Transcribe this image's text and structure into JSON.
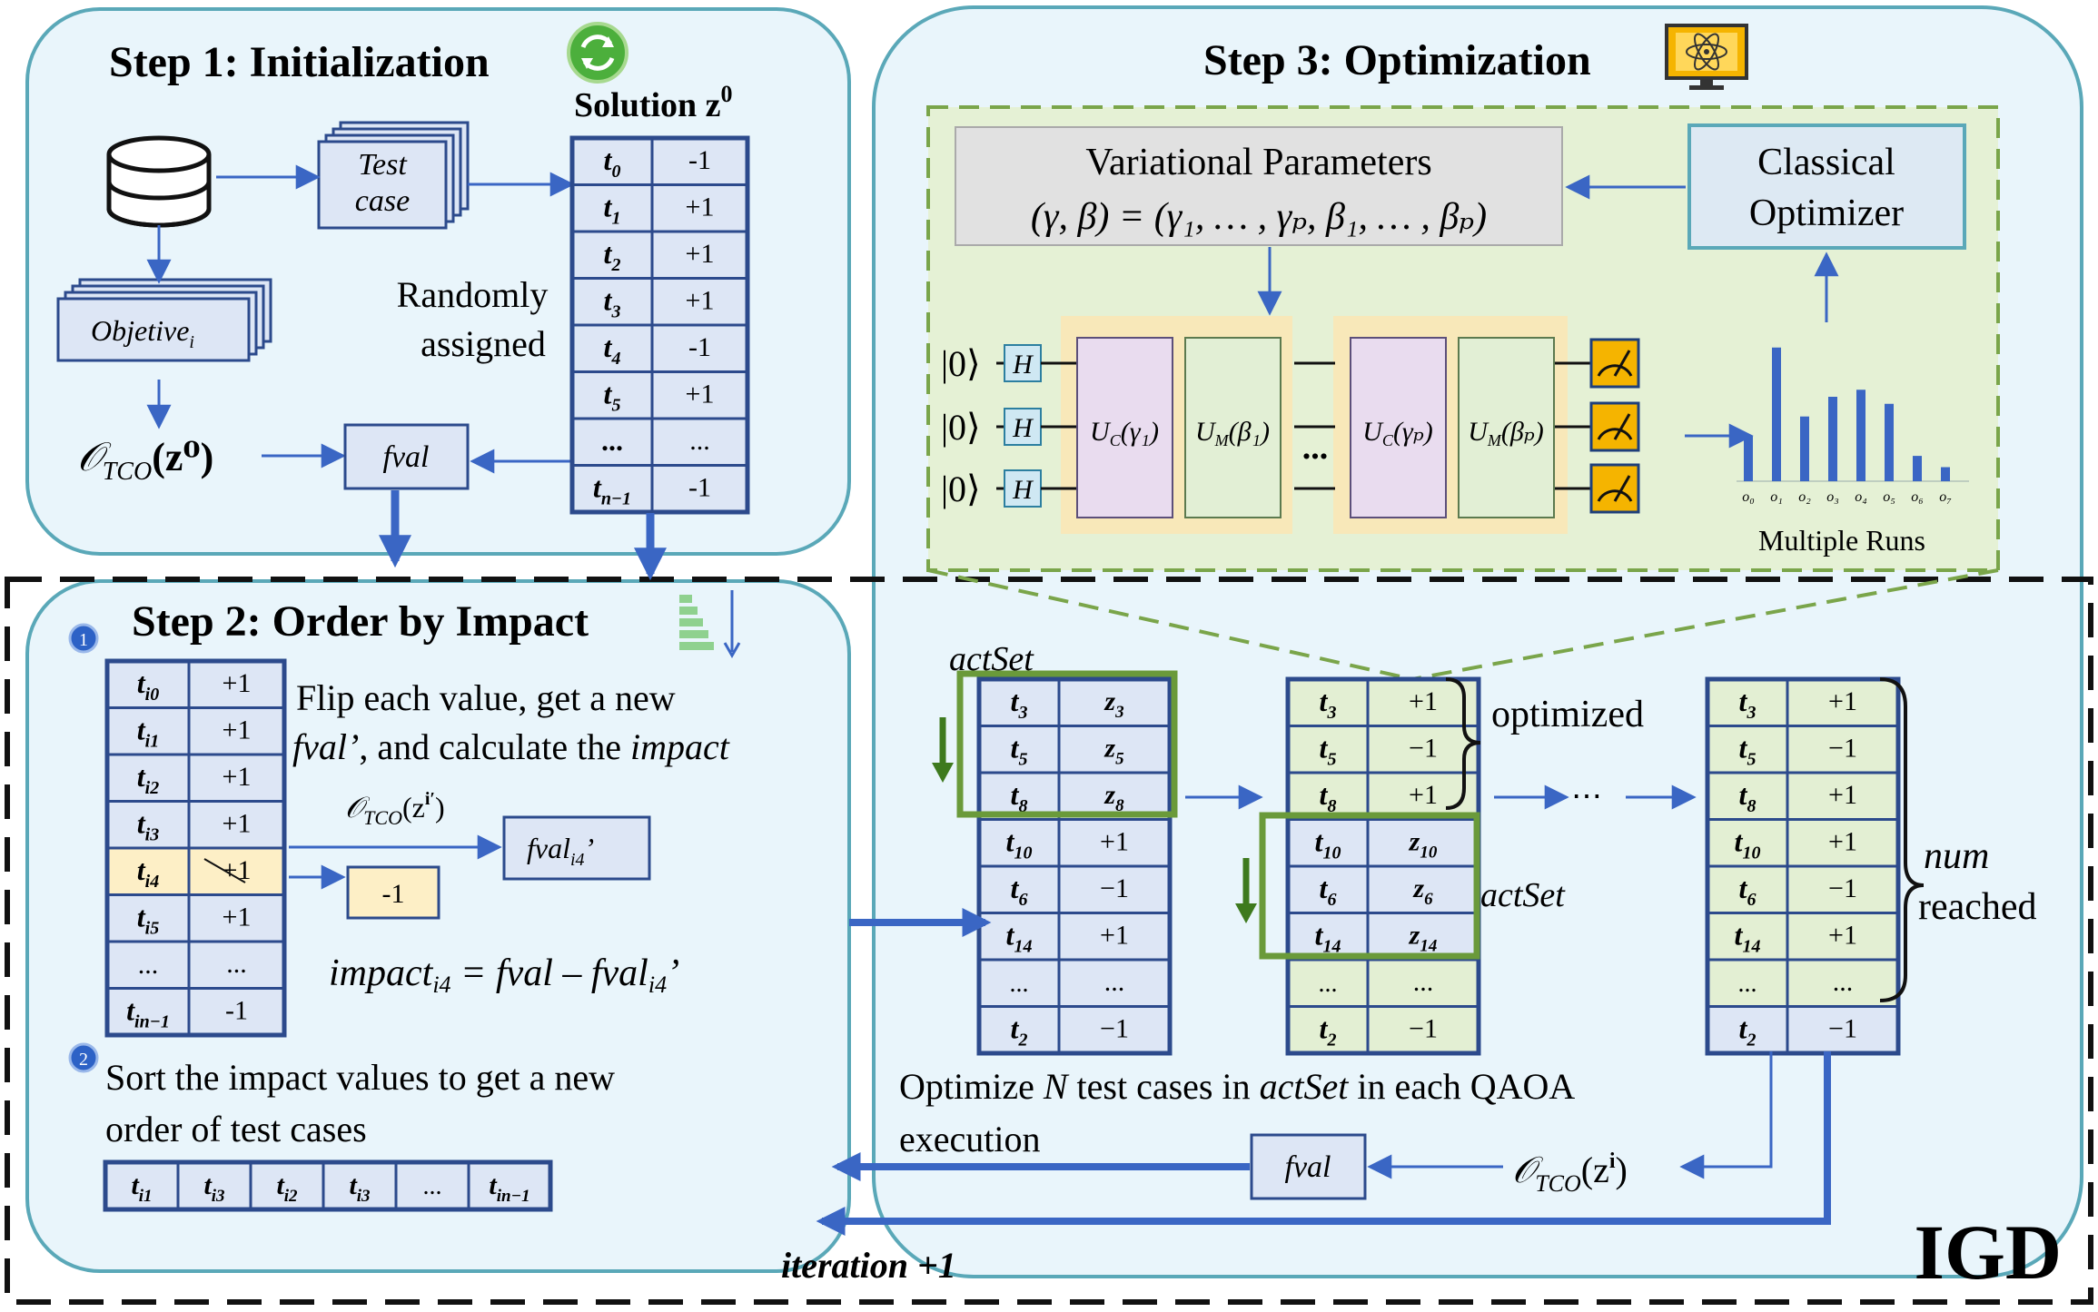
{
  "step1": {
    "title": "Step 1: Initialization",
    "solution_label": "Solution z",
    "solution_sup": "0",
    "test_case_line1": "Test",
    "test_case_line2": "case",
    "objective_label": "Objetive",
    "objective_sub": "i",
    "randomly_line1": "Randomly",
    "randomly_line2": "assigned",
    "fval_label": "fval",
    "o_tco_label": "𝒪",
    "o_tco_sub": "TCO",
    "o_tco_arg": "(z⁰)",
    "solution_rows": [
      {
        "t": "t",
        "sub": "0",
        "v": "-1"
      },
      {
        "t": "t",
        "sub": "1",
        "v": "+1"
      },
      {
        "t": "t",
        "sub": "2",
        "v": "+1"
      },
      {
        "t": "t",
        "sub": "3",
        "v": "+1"
      },
      {
        "t": "t",
        "sub": "4",
        "v": "-1"
      },
      {
        "t": "t",
        "sub": "5",
        "v": "+1"
      },
      {
        "t": "...",
        "sub": "",
        "v": "..."
      },
      {
        "t": "t",
        "sub": "n−1",
        "v": "-1"
      }
    ]
  },
  "step2": {
    "title": "Step 2: Order by Impact",
    "badge1": "1",
    "badge2": "2",
    "flip_line1": "Flip each value, get a new",
    "flip_line2_a": "fval’",
    "flip_line2_b": ", and calculate the ",
    "flip_line2_c": "impact",
    "o_tco_prime": "(z",
    "o_tco_prime_sup": "i′",
    "fval_prime": "fval",
    "fval_prime_sub": "i4",
    "fval_prime_mark": "’",
    "flipped_value": "-1",
    "impact_formula_a": "impact",
    "impact_formula_sub": "i4",
    "impact_formula_b": " = fval – fval",
    "impact_formula_sub2": "i4",
    "impact_formula_c": "’",
    "sort_line1": "Sort the impact values to get a new",
    "sort_line2": "order of test cases",
    "impact_rows": [
      {
        "sub": "i0",
        "v": "+1",
        "highlight": false
      },
      {
        "sub": "i1",
        "v": "+1",
        "highlight": false
      },
      {
        "sub": "i2",
        "v": "+1",
        "highlight": false
      },
      {
        "sub": "i3",
        "v": "+1",
        "highlight": false
      },
      {
        "sub": "i4",
        "v": "+1",
        "highlight": true
      },
      {
        "sub": "i5",
        "v": "+1",
        "highlight": false
      },
      {
        "sub": "",
        "v": "...",
        "highlight": false
      },
      {
        "sub": "in−1",
        "v": "-1",
        "highlight": false
      }
    ],
    "order_row": [
      {
        "sub": "i1"
      },
      {
        "sub": "i3"
      },
      {
        "sub": "i2"
      },
      {
        "sub": "i3"
      },
      {
        "sub": "..."
      },
      {
        "sub": "in−1"
      }
    ]
  },
  "step3": {
    "title": "Step 3: Optimization",
    "var_params_line1": "Variational Parameters",
    "var_params_line2": "(γ, β) = (γ₁, … , γₚ, β₁, … , βₚ)",
    "classical_line1": "Classical",
    "classical_line2": "Optimizer",
    "ket": "|0⟩",
    "h_gate": "H",
    "uc1": "U",
    "uc1_sub": "C",
    "uc1_arg": "(γ₁)",
    "um1": "U",
    "um1_sub": "M",
    "um1_arg": "(β₁)",
    "ucp": "U",
    "ucp_sub": "C",
    "ucp_arg": "(γₚ)",
    "ump": "U",
    "ump_sub": "M",
    "ump_arg": "(βₚ)",
    "ellipsis": "...",
    "multiple_runs": "Multiple Runs",
    "histogram_labels": [
      "o₀",
      "o₁",
      "o₂",
      "o₃",
      "o₄",
      "o₅",
      "o₆",
      "o₇"
    ],
    "histogram_values": [
      0.32,
      0.95,
      0.46,
      0.6,
      0.65,
      0.55,
      0.18,
      0.1
    ],
    "act_set": "actSet",
    "optimized": "optimized",
    "num": "num",
    "reached": "reached",
    "optimize_line1_a": "Optimize ",
    "optimize_line1_b": "N",
    "optimize_line1_c": " test cases in ",
    "optimize_line1_d": "actSet",
    "optimize_line1_e": " in each QAOA",
    "optimize_line2": "execution",
    "fval": "fval",
    "o_tco_final_arg": "(z",
    "o_tco_final_sup": "i",
    "iteration": "iteration +1",
    "igd": "IGD",
    "table_a": [
      {
        "sub": "3",
        "v": "z",
        "vsub": "3"
      },
      {
        "sub": "5",
        "v": "z",
        "vsub": "5"
      },
      {
        "sub": "8",
        "v": "z",
        "vsub": "8"
      },
      {
        "sub": "10",
        "v": "+1",
        "vsub": ""
      },
      {
        "sub": "6",
        "v": "−1",
        "vsub": ""
      },
      {
        "sub": "14",
        "v": "+1",
        "vsub": ""
      },
      {
        "sub": "...",
        "v": "...",
        "vsub": ""
      },
      {
        "sub": "2",
        "v": "−1",
        "vsub": ""
      }
    ],
    "table_b": [
      {
        "sub": "3",
        "v": "+1",
        "vsub": ""
      },
      {
        "sub": "5",
        "v": "−1",
        "vsub": ""
      },
      {
        "sub": "8",
        "v": "+1",
        "vsub": ""
      },
      {
        "sub": "10",
        "v": "z",
        "vsub": "10"
      },
      {
        "sub": "6",
        "v": "z",
        "vsub": "6"
      },
      {
        "sub": "14",
        "v": "z",
        "vsub": "14"
      },
      {
        "sub": "...",
        "v": "...",
        "vsub": ""
      },
      {
        "sub": "2",
        "v": "−1",
        "vsub": ""
      }
    ],
    "table_c": [
      {
        "sub": "3",
        "v": "+1",
        "vsub": ""
      },
      {
        "sub": "5",
        "v": "−1",
        "vsub": ""
      },
      {
        "sub": "8",
        "v": "+1",
        "vsub": ""
      },
      {
        "sub": "10",
        "v": "+1",
        "vsub": ""
      },
      {
        "sub": "6",
        "v": "−1",
        "vsub": ""
      },
      {
        "sub": "14",
        "v": "+1",
        "vsub": ""
      },
      {
        "sub": "...",
        "v": "...",
        "vsub": ""
      },
      {
        "sub": "2",
        "v": "−1",
        "vsub": ""
      }
    ]
  },
  "colors": {
    "panel_fill": "#e9f5fb",
    "panel_stroke": "#5aa8b8",
    "table_fill": "#dde6f5",
    "table_stroke": "#2c4a8c",
    "arrow_blue": "#3a66c4",
    "green": "#6a9a3a",
    "green_fill": "#e3efd3",
    "yellow_fill": "#fdefc6"
  }
}
